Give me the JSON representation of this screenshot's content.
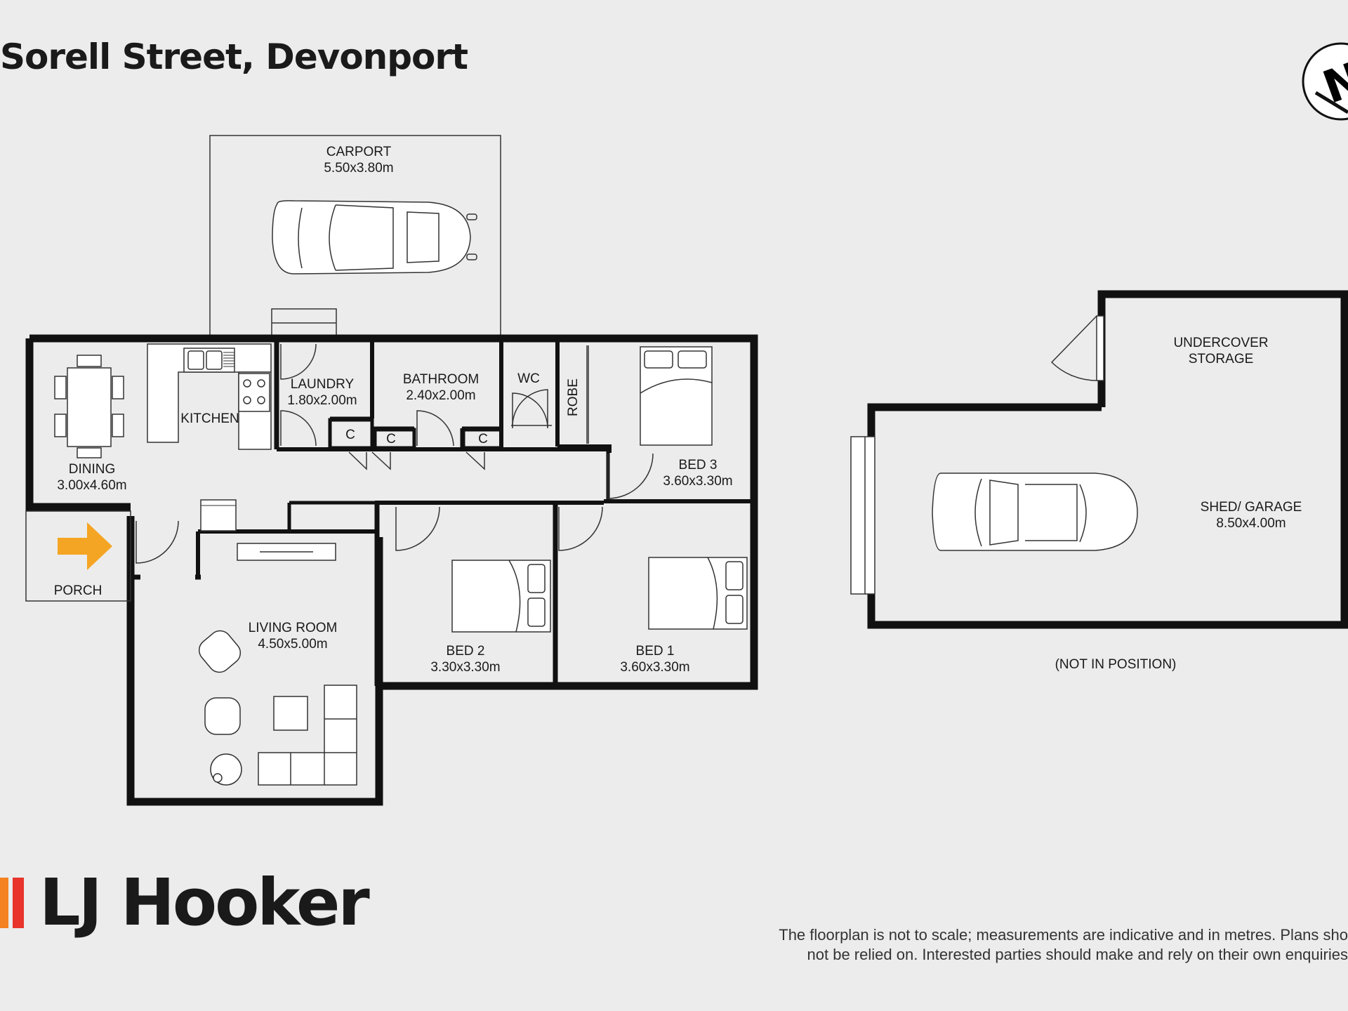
{
  "title": "Sorell Street, Devonport",
  "compass": {
    "letter": "N"
  },
  "rooms": {
    "carport": {
      "name": "CARPORT",
      "size": "5.50x3.80m"
    },
    "laundry": {
      "name": "LAUNDRY",
      "size": "1.80x2.00m"
    },
    "bathroom": {
      "name": "BATHROOM",
      "size": "2.40x2.00m"
    },
    "wc": {
      "name": "WC"
    },
    "robe": {
      "name": "ROBE"
    },
    "kitchen": {
      "name": "KITCHEN"
    },
    "dining": {
      "name": "DINING",
      "size": "3.00x4.60m"
    },
    "bed3": {
      "name": "BED 3",
      "size": "3.60x3.30m"
    },
    "porch": {
      "name": "PORCH"
    },
    "living": {
      "name": "LIVING ROOM",
      "size": "4.50x5.00m"
    },
    "bed2": {
      "name": "BED 2",
      "size": "3.30x3.30m"
    },
    "bed1": {
      "name": "BED 1",
      "size": "3.60x3.30m"
    },
    "cupboard": "C",
    "storage": {
      "name1": "UNDERCOVER",
      "name2": "STORAGE"
    },
    "shed": {
      "name": "SHED/ GARAGE",
      "size": "8.50x4.00m"
    }
  },
  "not_in_position": "(NOT IN POSITION)",
  "brand": {
    "name": "LJ Hooker",
    "colors": [
      "#f58220",
      "#e8342a"
    ]
  },
  "entry_arrow_color": "#f5a524",
  "disclaimer": {
    "line1": "The floorplan is not to scale; measurements are indicative and in metres. Plans sho",
    "line2": "not be relied on. Interested parties should make and rely on their own enquiries"
  }
}
